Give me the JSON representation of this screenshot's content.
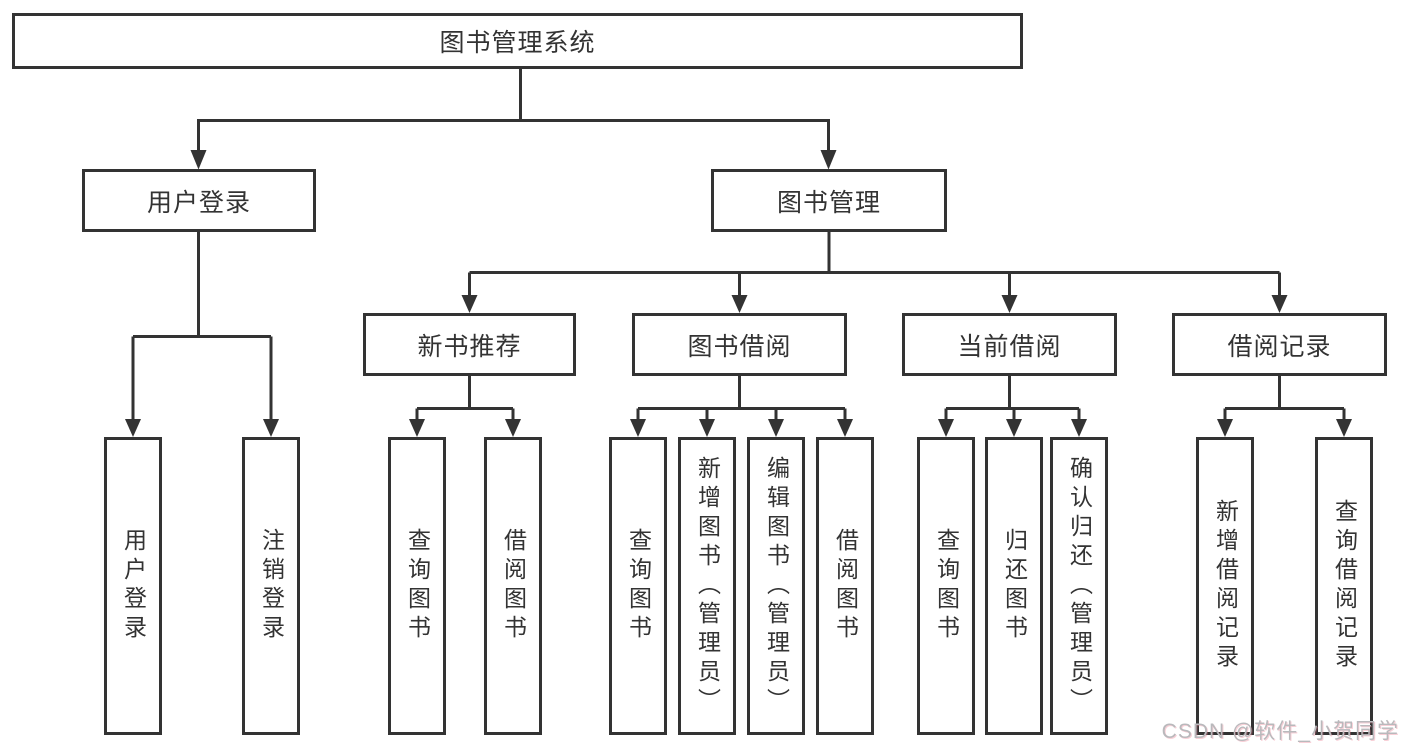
{
  "diagram": {
    "root": {
      "label": "图书管理系统"
    },
    "level2": [
      {
        "label": "用户登录"
      },
      {
        "label": "图书管理"
      }
    ],
    "level3": [
      {
        "label": "新书推荐"
      },
      {
        "label": "图书借阅"
      },
      {
        "label": "当前借阅"
      },
      {
        "label": "借阅记录"
      }
    ],
    "leaves": {
      "user_login": [
        "用户登录",
        "注销登录"
      ],
      "new_book_recommend": [
        "查询图书",
        "借阅图书"
      ],
      "book_borrow": [
        "查询图书",
        "新增图书（管理员）",
        "编辑图书（管理员）",
        "借阅图书"
      ],
      "current_borrow": [
        "查询图书",
        "归还图书",
        "确认归还（管理员）"
      ],
      "borrow_record": [
        "新增借阅记录",
        "查询借阅记录"
      ]
    },
    "colors": {
      "line": "#333333",
      "text": "#333333",
      "background": "#ffffff",
      "watermark": "#b9b9bc"
    }
  },
  "watermark": {
    "text": "CSDN @软件_小贺同学"
  }
}
